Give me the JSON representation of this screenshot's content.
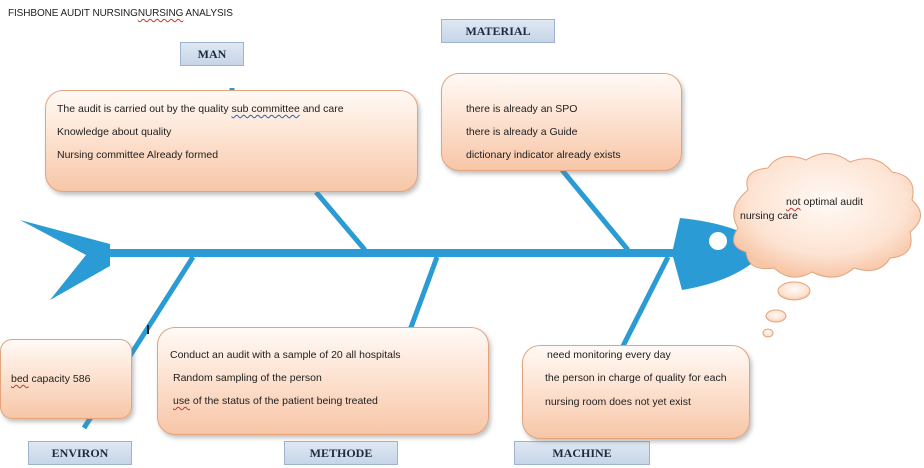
{
  "title": {
    "main": "FISHBONE AUDIT NURSING",
    "squiggle": "NURSING",
    "rest": " ANALYSIS"
  },
  "categories": {
    "man": "MAN",
    "material": "MATERIAL",
    "environ": "ENVIRON",
    "methode": "METHODE",
    "machine": "MACHINE"
  },
  "man_box": {
    "line1_pre": "The audit is carried out by the quality ",
    "line1_sq": "sub committee",
    "line1_post": " and care",
    "line2": "Knowledge about quality",
    "line3": "Nursing committee Already formed"
  },
  "material_box": {
    "line1": "there is already an SPO",
    "line2": "there is already a Guide",
    "line3": "dictionary indicator already exists"
  },
  "environ_box": {
    "line1_sq": "bed",
    "line1_post": " capacity 586"
  },
  "methode_box": {
    "line1": "Conduct an audit with a sample of 20 all hospitals",
    "line2": "Random sampling of the person",
    "line3_sq": "use",
    "line3_post": " of the status of the patient being treated"
  },
  "machine_box": {
    "line1": "need monitoring every day",
    "line2": "the person in charge of quality for each",
    "line3": "nursing room does not yet exist"
  },
  "effect": {
    "line1_sq": "not",
    "line1_post": " optimal audit",
    "line2": "nursing care"
  },
  "colors": {
    "bone": "#2a9bd4",
    "box_border": "#e2a37d",
    "cloud_fill": "#fde0cc"
  },
  "icons": {
    "fish": "fishbone-diagram",
    "cloud": "thought-cloud"
  }
}
